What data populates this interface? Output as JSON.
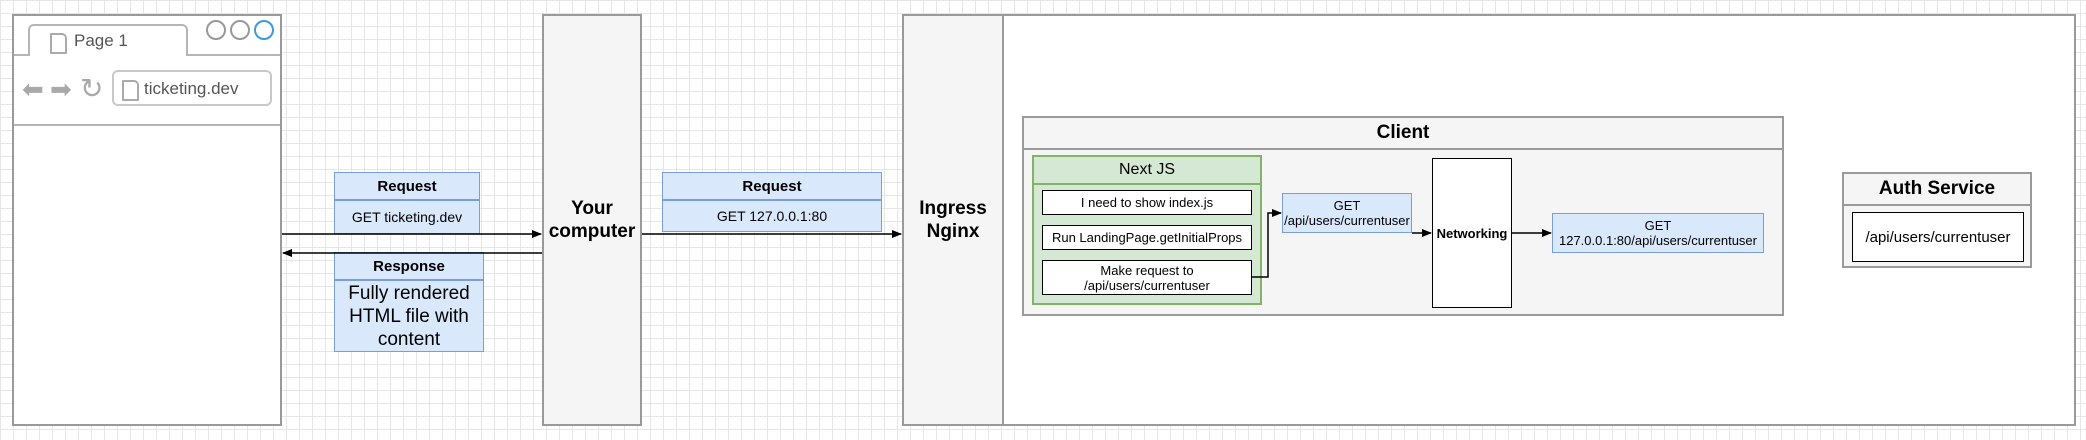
{
  "browser": {
    "tab_label": "Page 1",
    "address": "ticketing.dev"
  },
  "request1": {
    "title": "Request",
    "body": "GET ticketing.dev"
  },
  "response": {
    "title": "Response",
    "body": "Fully rendered HTML file with content"
  },
  "your_computer": "Your computer",
  "request2": {
    "title": "Request",
    "body": "GET 127.0.0.1:80"
  },
  "ingress": "Ingress Nginx",
  "client": {
    "title": "Client",
    "nextjs": {
      "title": "Next JS",
      "steps": [
        "I need to show index.js",
        "Run LandingPage.getInitialProps",
        "Make request to /api/users/currentuser"
      ]
    },
    "get_current_user": "GET /api/users/currentuser",
    "networking": "Networking",
    "get_full": "GET 127.0.0.1:80/api/users/currentuser"
  },
  "auth_service": {
    "title": "Auth Service",
    "route": "/api/users/currentuser"
  },
  "colors": {
    "blue_fill": "#dae8fc",
    "blue_stroke": "#7a9fd8",
    "green_fill": "#d5e8d4",
    "green_stroke": "#82b366",
    "grey_fill": "#f5f5f5"
  }
}
